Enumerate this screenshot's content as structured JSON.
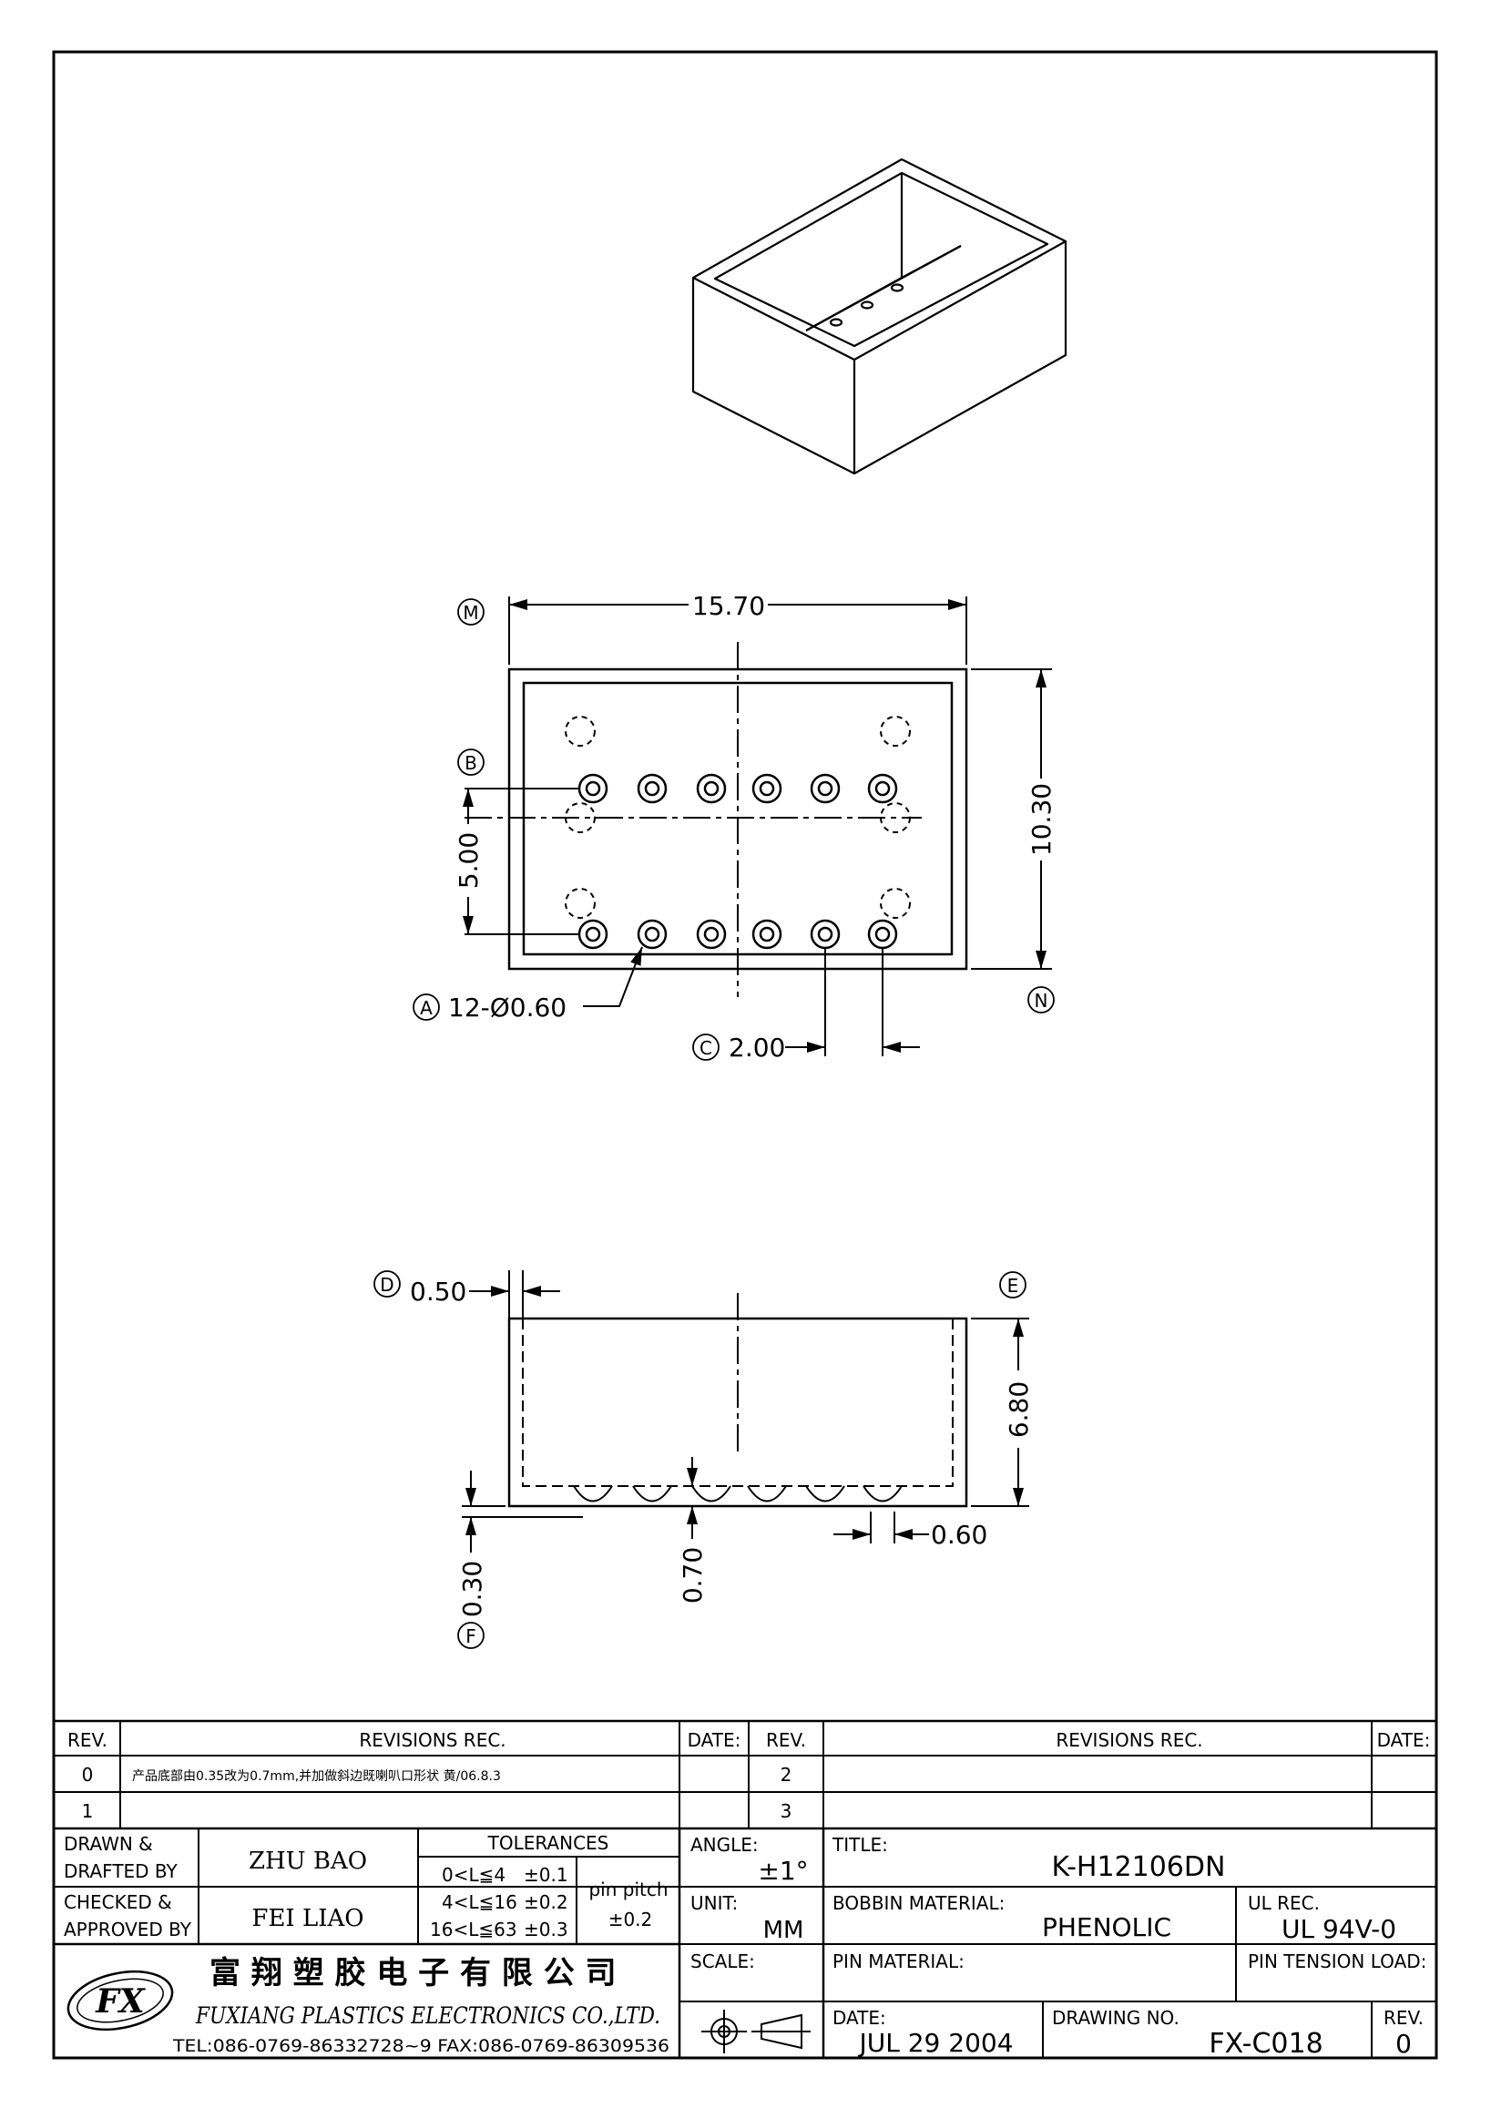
{
  "views": {
    "top": {
      "ref_M": "M",
      "ref_B": "B",
      "ref_N": "N",
      "ref_A": "A",
      "ref_C": "C",
      "dim_width": "15.70",
      "dim_height": "10.30",
      "dim_row_spacing": "5.00",
      "dim_pins": "12-Ø0.60",
      "dim_pitch": "2.00"
    },
    "side": {
      "ref_D": "D",
      "ref_E": "E",
      "ref_F": "F",
      "dim_wall": "0.50",
      "dim_height": "6.80",
      "dim_pin_dia": "0.60",
      "dim_standoff": "0.30",
      "dim_bottom": "0.70"
    }
  },
  "revisions": {
    "header": {
      "rev": "REV.",
      "rec": "REVISIONS   REC.",
      "date": "DATE:"
    },
    "left_rows": [
      {
        "rev": "0",
        "text": "产品底部由0.35改为0.7mm,并加做斜边既喇叭口形状 黄/06.8.3",
        "date": ""
      },
      {
        "rev": "1",
        "text": "",
        "date": ""
      }
    ],
    "right_rows": [
      {
        "rev": "2",
        "text": "",
        "date": ""
      },
      {
        "rev": "3",
        "text": "",
        "date": ""
      }
    ]
  },
  "title_block": {
    "drawn_label_1": "DRAWN &",
    "drawn_label_2": "DRAFTED BY",
    "drawn_value": "ZHU  BAO",
    "checked_label_1": "CHECKED &",
    "checked_label_2": "APPROVED BY",
    "checked_value": "FEI LIAO",
    "tolerances_label": "TOLERANCES",
    "tol_rows": [
      {
        "range": "0<L≦4",
        "value": "±0.1"
      },
      {
        "range": "4<L≦16",
        "value": "±0.2"
      },
      {
        "range": "16<L≦63",
        "value": "±0.3"
      }
    ],
    "pin_pitch_label": "pin  pitch",
    "pin_pitch_value": "±0.2",
    "angle_label": "ANGLE:",
    "angle_value": "±1°",
    "unit_label": "UNIT:",
    "unit_value": "MM",
    "scale_label": "SCALE:",
    "title_label": "TITLE:",
    "title_value": "K-H12106DN",
    "bobbin_label": "BOBBIN  MATERIAL:",
    "bobbin_value": "PHENOLIC",
    "ul_label": "UL  REC.",
    "ul_value": "UL  94V-0",
    "pin_material_label": "PIN  MATERIAL:",
    "pin_tension_label": "PIN  TENSION  LOAD:",
    "date_label": "DATE:",
    "date_value": "JUL  29  2004",
    "drawing_no_label": "DRAWING  NO.",
    "drawing_no_value": "FX-C018",
    "rev_label": "REV.",
    "rev_value": "0",
    "company_cn": "富 翔 塑 胶 电 子 有 限 公 司",
    "company_en": "FUXIANG PLASTICS ELECTRONICS CO.,LTD.",
    "company_tel": "TEL:086-0769-86332728~9  FAX:086-0769-86309536",
    "logo_text": "FX"
  }
}
